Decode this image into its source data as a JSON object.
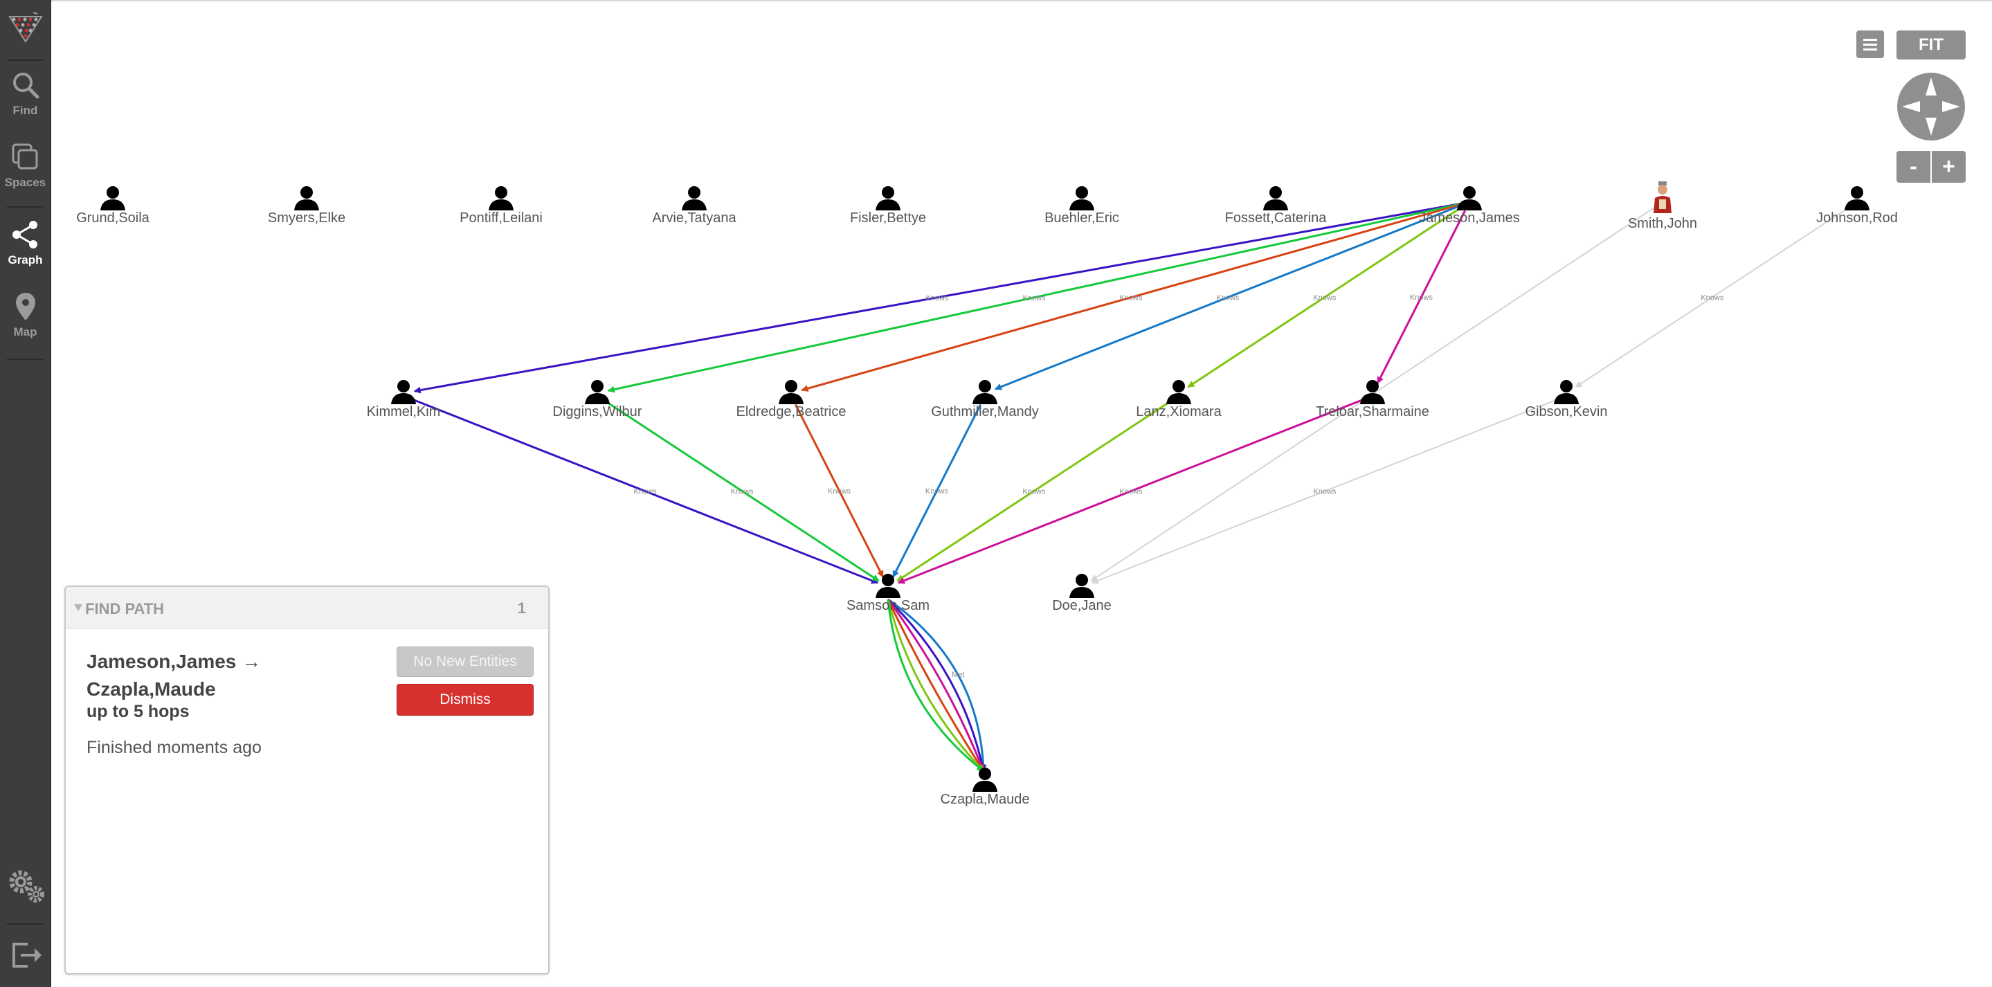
{
  "sidebar": {
    "items": [
      {
        "label": "Find",
        "icon": "search-icon"
      },
      {
        "label": "Spaces",
        "icon": "spaces-icon"
      },
      {
        "label": "Graph",
        "icon": "share-graph-icon",
        "active": true
      },
      {
        "label": "Map",
        "icon": "map-pin-icon"
      }
    ],
    "bottom_icons": [
      "settings-gears-icon",
      "logout-icon"
    ]
  },
  "controls": {
    "fit_label": "FIT",
    "zoom_out_label": "-",
    "zoom_in_label": "+"
  },
  "colors": {
    "purple": "#3a14c4",
    "green": "#17c93b",
    "orange": "#d84312",
    "blue": "#1479c9",
    "lime": "#7fc713",
    "magenta": "#cc1099",
    "gray": "#d4d4d4",
    "dismiss": "#d6312f"
  },
  "graph": {
    "edge_label_knows": "Knows",
    "edge_label_met": "Met",
    "nodes": [
      {
        "id": "grund",
        "label": "Grund,Soila"
      },
      {
        "id": "smyers",
        "label": "Smyers,Elke"
      },
      {
        "id": "pontiff",
        "label": "Pontiff,Leilani"
      },
      {
        "id": "arvie",
        "label": "Arvie,Tatyana"
      },
      {
        "id": "fisler",
        "label": "Fisler,Bettye"
      },
      {
        "id": "buehler",
        "label": "Buehler,Eric"
      },
      {
        "id": "fossett",
        "label": "Fossett,Caterina"
      },
      {
        "id": "jameson",
        "label": "Jameson,James"
      },
      {
        "id": "smith",
        "label": "Smith,John",
        "icon": "person-photo-icon"
      },
      {
        "id": "johnson",
        "label": "Johnson,Rod"
      },
      {
        "id": "kimmel",
        "label": "Kimmel,Kim"
      },
      {
        "id": "diggins",
        "label": "Diggins,Wilbur"
      },
      {
        "id": "eldredge",
        "label": "Eldredge,Beatrice"
      },
      {
        "id": "guthmiller",
        "label": "Guthmiller,Mandy"
      },
      {
        "id": "lanz",
        "label": "Lanz,Xiomara"
      },
      {
        "id": "treloar",
        "label": "Treloar,Sharmaine"
      },
      {
        "id": "gibson",
        "label": "Gibson,Kevin"
      },
      {
        "id": "samson",
        "label": "Samson,Sam"
      },
      {
        "id": "doe",
        "label": "Doe,Jane"
      },
      {
        "id": "czapla",
        "label": "Czapla,Maude"
      }
    ],
    "edges": [
      {
        "from": "jameson",
        "to": "kimmel",
        "label": "Knows",
        "color": "purple"
      },
      {
        "from": "jameson",
        "to": "diggins",
        "label": "Knows",
        "color": "green"
      },
      {
        "from": "jameson",
        "to": "eldredge",
        "label": "Knows",
        "color": "orange"
      },
      {
        "from": "jameson",
        "to": "guthmiller",
        "label": "Knows",
        "color": "blue"
      },
      {
        "from": "jameson",
        "to": "lanz",
        "label": "Knows",
        "color": "lime"
      },
      {
        "from": "jameson",
        "to": "treloar",
        "label": "Knows",
        "color": "magenta"
      },
      {
        "from": "smith",
        "to": "doe",
        "label": "",
        "color": "gray"
      },
      {
        "from": "johnson",
        "to": "gibson",
        "label": "Knows",
        "color": "gray"
      },
      {
        "from": "kimmel",
        "to": "samson",
        "label": "Knows",
        "color": "purple"
      },
      {
        "from": "diggins",
        "to": "samson",
        "label": "Knows",
        "color": "green"
      },
      {
        "from": "eldredge",
        "to": "samson",
        "label": "Knows",
        "color": "orange"
      },
      {
        "from": "guthmiller",
        "to": "samson",
        "label": "Knows",
        "color": "blue"
      },
      {
        "from": "lanz",
        "to": "samson",
        "label": "Knows",
        "color": "lime"
      },
      {
        "from": "treloar",
        "to": "samson",
        "label": "Knows",
        "color": "magenta"
      },
      {
        "from": "gibson",
        "to": "doe",
        "label": "Knows",
        "color": "gray"
      },
      {
        "from": "samson",
        "to": "czapla",
        "label": "Met",
        "color": "blue"
      },
      {
        "from": "samson",
        "to": "czapla",
        "label": "",
        "color": "purple"
      },
      {
        "from": "samson",
        "to": "czapla",
        "label": "",
        "color": "magenta"
      },
      {
        "from": "samson",
        "to": "czapla",
        "label": "",
        "color": "orange"
      },
      {
        "from": "samson",
        "to": "czapla",
        "label": "",
        "color": "lime"
      },
      {
        "from": "samson",
        "to": "czapla",
        "label": "",
        "color": "green"
      }
    ]
  },
  "panel": {
    "title": "FIND PATH",
    "count": "1",
    "path_line1": "Jameson,James →",
    "path_line2": "Czapla,Maude",
    "hops": "up to 5 hops",
    "status": "Finished moments ago",
    "no_new_label": "No New Entities",
    "dismiss_label": "Dismiss"
  }
}
